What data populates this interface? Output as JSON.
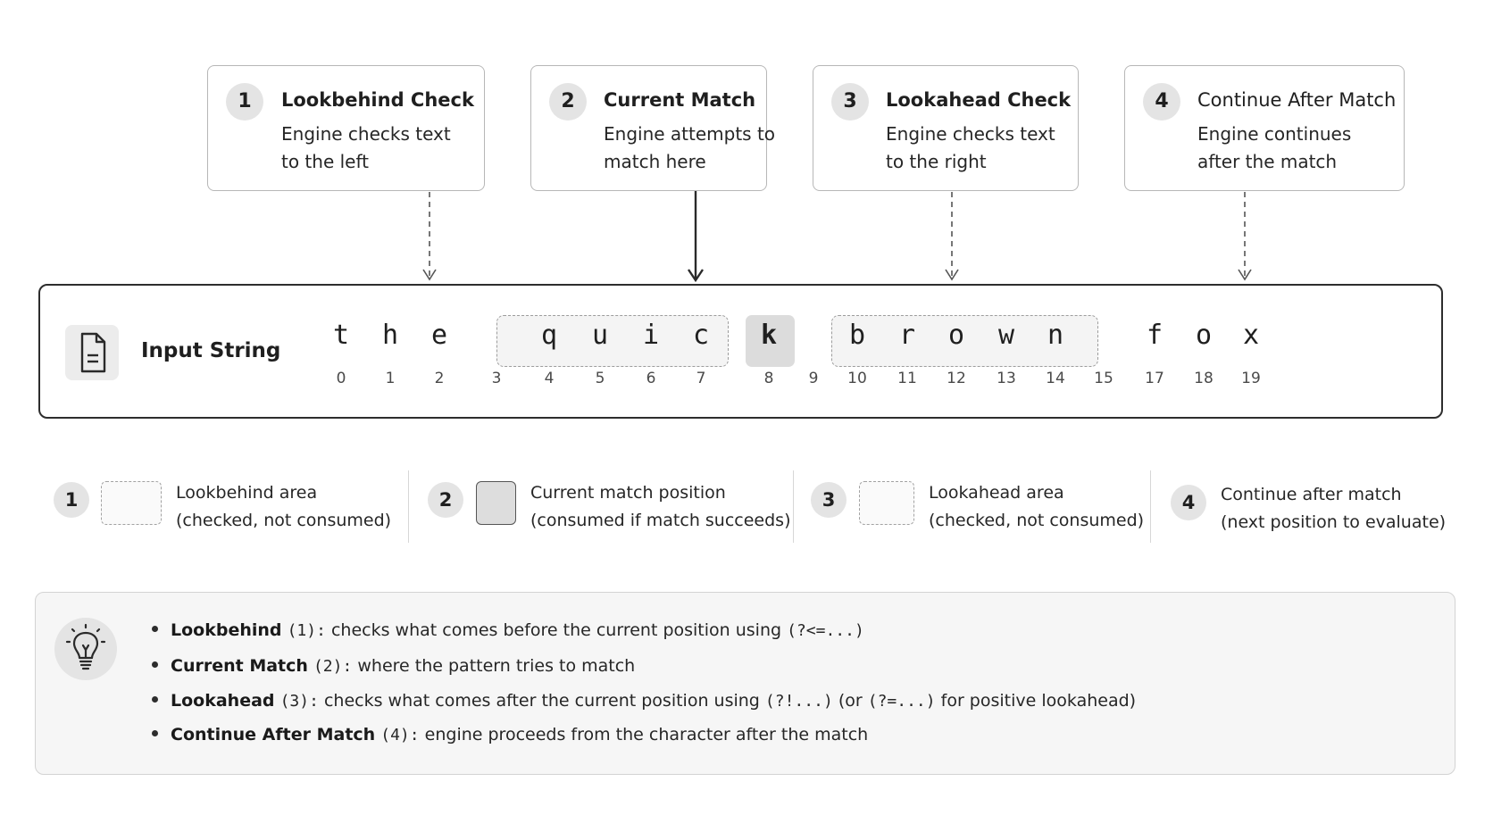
{
  "steps": [
    {
      "num": "1",
      "title": "Lookbehind Check",
      "desc1": "Engine checks text",
      "desc2": "to the left"
    },
    {
      "num": "2",
      "title": "Current Match",
      "desc1": "Engine attempts to",
      "desc2": "match here"
    },
    {
      "num": "3",
      "title": "Lookahead Check",
      "desc1": "Engine checks text",
      "desc2": "to the right"
    },
    {
      "num": "4",
      "title": "Continue After Match",
      "desc1": "Engine continues",
      "desc2": "after the match"
    }
  ],
  "input": {
    "label": "Input String",
    "icon": "document-icon",
    "chars": [
      {
        "c": "t",
        "i": "0"
      },
      {
        "c": "h",
        "i": "1"
      },
      {
        "c": "e",
        "i": "2"
      },
      {
        "c": "",
        "i": "3"
      },
      {
        "c": "q",
        "i": "4"
      },
      {
        "c": "u",
        "i": "5"
      },
      {
        "c": "i",
        "i": "6"
      },
      {
        "c": "c",
        "i": "7"
      },
      {
        "c": "k",
        "i": "8"
      },
      {
        "c": "",
        "i": "9"
      },
      {
        "c": "b",
        "i": "10"
      },
      {
        "c": "r",
        "i": "11"
      },
      {
        "c": "o",
        "i": "12"
      },
      {
        "c": "w",
        "i": "13"
      },
      {
        "c": "n",
        "i": "14"
      },
      {
        "c": "",
        "i": "15"
      },
      {
        "c": "f",
        "i": "17"
      },
      {
        "c": "o",
        "i": "18"
      },
      {
        "c": "x",
        "i": "19"
      }
    ]
  },
  "legend": [
    {
      "num": "1",
      "line1": "Lookbehind area",
      "line2": "(checked, not consumed)"
    },
    {
      "num": "2",
      "line1": "Current match position",
      "line2": "(consumed if match succeeds)"
    },
    {
      "num": "3",
      "line1": "Lookahead area",
      "line2": "(checked, not consumed)"
    },
    {
      "num": "4",
      "line1": "Continue after match",
      "line2": "(next position to evaluate)"
    }
  ],
  "tips": {
    "icon": "lightbulb-icon",
    "items": [
      {
        "term": "Lookbehind",
        "tag": "(1):",
        "text": "checks what comes before the current position using",
        "code": "(?<=...)",
        "text2": "",
        "code2": "",
        "text3": ""
      },
      {
        "term": "Current Match",
        "tag": "(2):",
        "text": "where the pattern tries to match",
        "code": "",
        "text2": "",
        "code2": "",
        "text3": ""
      },
      {
        "term": "Lookahead",
        "tag": "(3):",
        "text": "checks what comes after the current position using",
        "code": "(?!...)",
        "text2": "(or",
        "code2": "(?=...)",
        "text3": "for positive lookahead)"
      },
      {
        "term": "Continue After Match",
        "tag": "(4):",
        "text": "engine proceeds from the character after the match",
        "code": "",
        "text2": "",
        "code2": "",
        "text3": ""
      }
    ]
  },
  "colors": {
    "border": "#2d2d2d",
    "badge": "#e4e4e4",
    "highlight": "#dcdcdc"
  }
}
